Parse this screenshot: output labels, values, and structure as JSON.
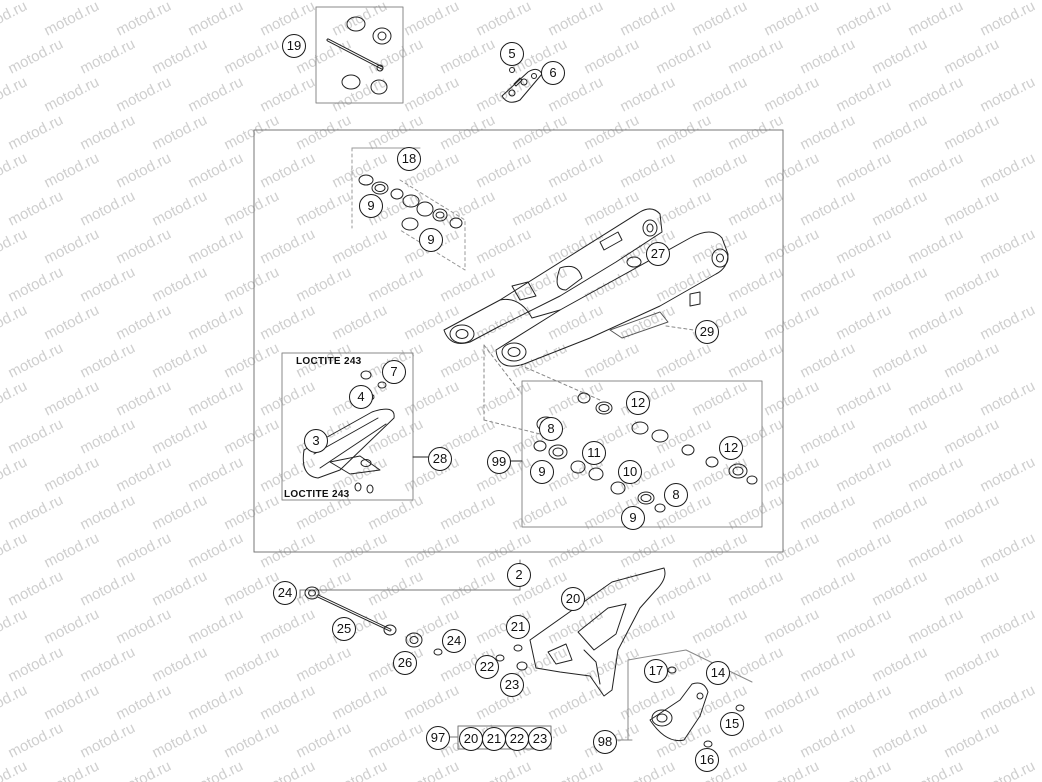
{
  "watermark": "motod.ru",
  "colors": {
    "line": "#222222",
    "watermark": "#cfcfcf",
    "box": "#777777"
  },
  "labels": {
    "loctite_top": "LOCTITE 243",
    "loctite_bottom": "LOCTITE 243"
  },
  "callouts": [
    {
      "id": "c19",
      "text": "19"
    },
    {
      "id": "c5",
      "text": "5"
    },
    {
      "id": "c6",
      "text": "6"
    },
    {
      "id": "c18",
      "text": "18"
    },
    {
      "id": "c9a",
      "text": "9"
    },
    {
      "id": "c9b",
      "text": "9"
    },
    {
      "id": "c27",
      "text": "27"
    },
    {
      "id": "c29",
      "text": "29"
    },
    {
      "id": "c7",
      "text": "7"
    },
    {
      "id": "c4",
      "text": "4"
    },
    {
      "id": "c3",
      "text": "3"
    },
    {
      "id": "c28",
      "text": "28"
    },
    {
      "id": "c12a",
      "text": "12"
    },
    {
      "id": "c8a",
      "text": "8"
    },
    {
      "id": "c99",
      "text": "99"
    },
    {
      "id": "c9c",
      "text": "9"
    },
    {
      "id": "c11",
      "text": "11"
    },
    {
      "id": "c10",
      "text": "10"
    },
    {
      "id": "c12b",
      "text": "12"
    },
    {
      "id": "c8b",
      "text": "8"
    },
    {
      "id": "c9d",
      "text": "9"
    },
    {
      "id": "c2",
      "text": "2"
    },
    {
      "id": "c20a",
      "text": "20"
    },
    {
      "id": "c24a",
      "text": "24"
    },
    {
      "id": "c25",
      "text": "25"
    },
    {
      "id": "c24b",
      "text": "24"
    },
    {
      "id": "c26",
      "text": "26"
    },
    {
      "id": "c21a",
      "text": "21"
    },
    {
      "id": "c22a",
      "text": "22"
    },
    {
      "id": "c23a",
      "text": "23"
    },
    {
      "id": "c17",
      "text": "17"
    },
    {
      "id": "c14",
      "text": "14"
    },
    {
      "id": "c15",
      "text": "15"
    },
    {
      "id": "c16",
      "text": "16"
    },
    {
      "id": "c98",
      "text": "98"
    },
    {
      "id": "c97",
      "text": "97"
    },
    {
      "id": "c20b",
      "text": "20"
    },
    {
      "id": "c21b",
      "text": "21"
    },
    {
      "id": "c22b",
      "text": "22"
    },
    {
      "id": "c23b",
      "text": "23"
    }
  ]
}
